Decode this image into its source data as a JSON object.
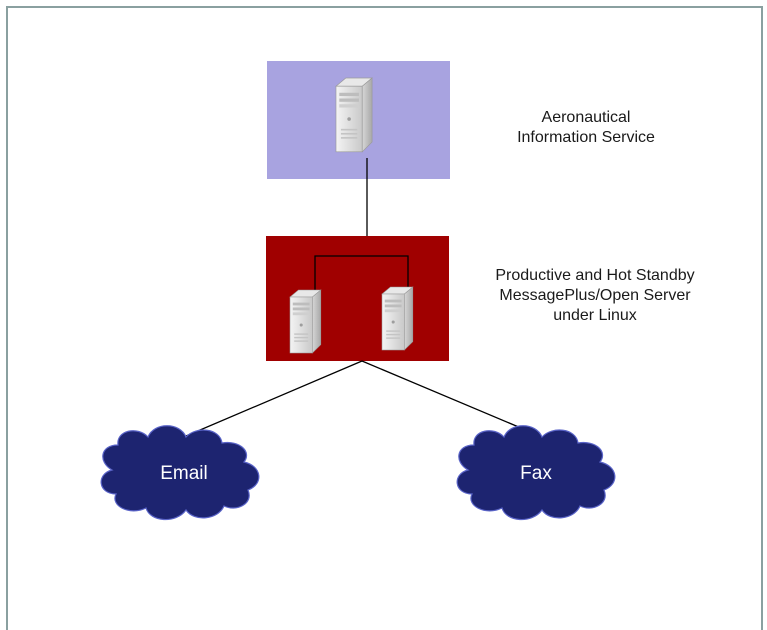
{
  "diagram": {
    "ais_label_line1": "Aeronautical",
    "ais_label_line2": "Information Service",
    "server_label_line1": "Productive and Hot Standby",
    "server_label_line2": "MessagePlus/Open Server",
    "server_label_line3": "under Linux",
    "email_label": "Email",
    "fax_label": "Fax"
  },
  "colors": {
    "ais_box": "#a8a3e0",
    "server_box": "#a00000",
    "cloud": "#1d2470",
    "frame": "#8aa0a0",
    "line": "#000000"
  },
  "icons": {
    "server": "server-tower-icon"
  }
}
